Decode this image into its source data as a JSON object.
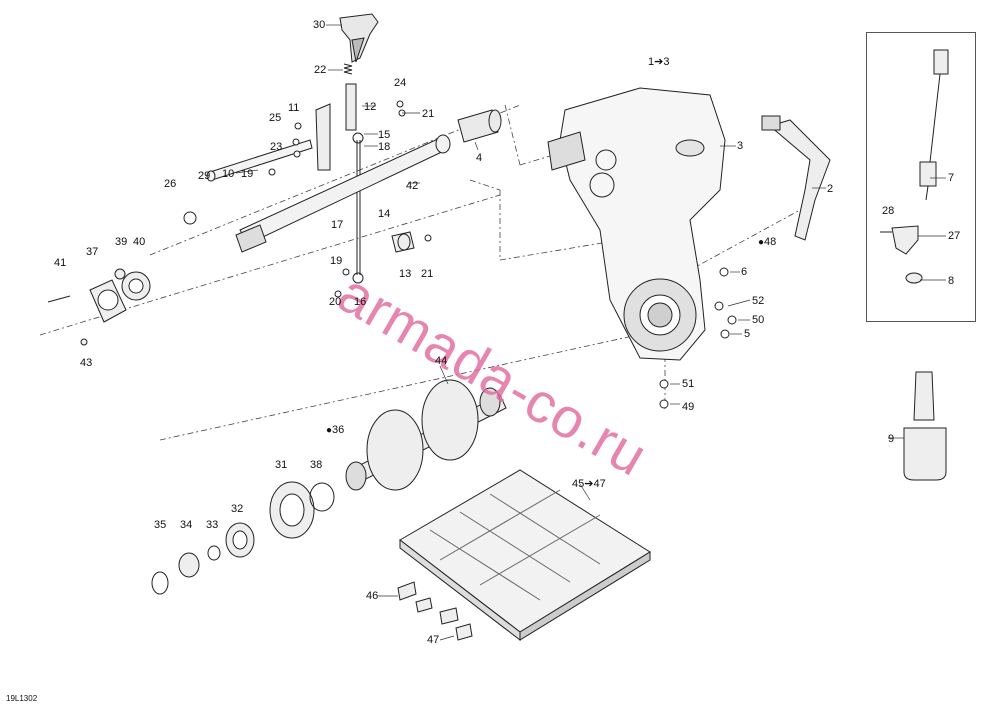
{
  "diagram": {
    "drawing_code": "19L1302",
    "watermark": "armada-co.ru",
    "callouts": {
      "c30": "30",
      "c22": "22",
      "c24": "24",
      "c11": "11",
      "c12": "12",
      "c21a": "21",
      "c25": "25",
      "c15": "15",
      "c18": "18",
      "c23": "23",
      "c19a": "19",
      "c10": "10",
      "c29": "29",
      "c26": "26",
      "c42": "42",
      "c4": "4",
      "c13": "1➔3",
      "c3": "3",
      "c2": "2",
      "c14": "14",
      "c17": "17",
      "c19b": "19",
      "c13b": "13",
      "c21b": "21",
      "c20": "20",
      "c16": "16",
      "c48": "48",
      "c6": "6",
      "c52": "52",
      "c50": "50",
      "c5": "5",
      "c41": "41",
      "c37": "37",
      "c39": "39",
      "c40": "40",
      "c43": "43",
      "c44": "44",
      "c36": "36",
      "c51": "51",
      "c49": "49",
      "c31": "31",
      "c38": "38",
      "c4547": "45➔47",
      "c35": "35",
      "c34": "34",
      "c33": "33",
      "c32": "32",
      "c46": "46",
      "c47": "47",
      "c7": "7",
      "c28": "28",
      "c27": "27",
      "c8": "8",
      "c9": "9"
    }
  }
}
